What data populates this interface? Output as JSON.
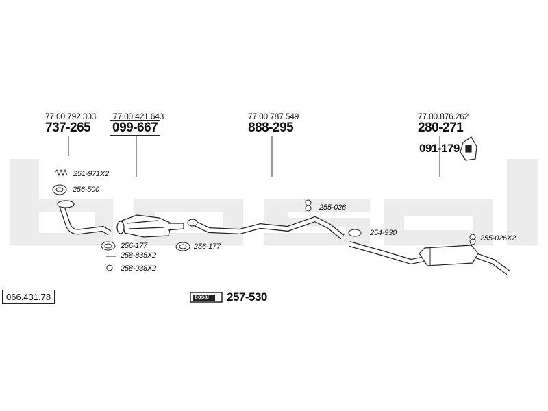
{
  "catalog_number": "066.431.78",
  "brand_watermark": "bosal",
  "groups": [
    {
      "oem": "77.00.792.303",
      "part": "737-265"
    },
    {
      "oem": "77.00.421.643",
      "part": "099-667"
    },
    {
      "oem": "77.00.787.549",
      "part": "888-295"
    },
    {
      "oem": "77.00.876.262",
      "part": "280-271"
    }
  ],
  "extra_part": "091-179",
  "fittings": [
    {
      "code": "251-971X2"
    },
    {
      "code": "256-500"
    },
    {
      "code": "256-177"
    },
    {
      "code": "258-835X2"
    },
    {
      "code": "258-038X2"
    },
    {
      "code": "256-177"
    },
    {
      "code": "255-026"
    },
    {
      "code": "254-930"
    },
    {
      "code": "255-026X2"
    }
  ],
  "kit": {
    "label": "bosal",
    "part": "257-530"
  }
}
